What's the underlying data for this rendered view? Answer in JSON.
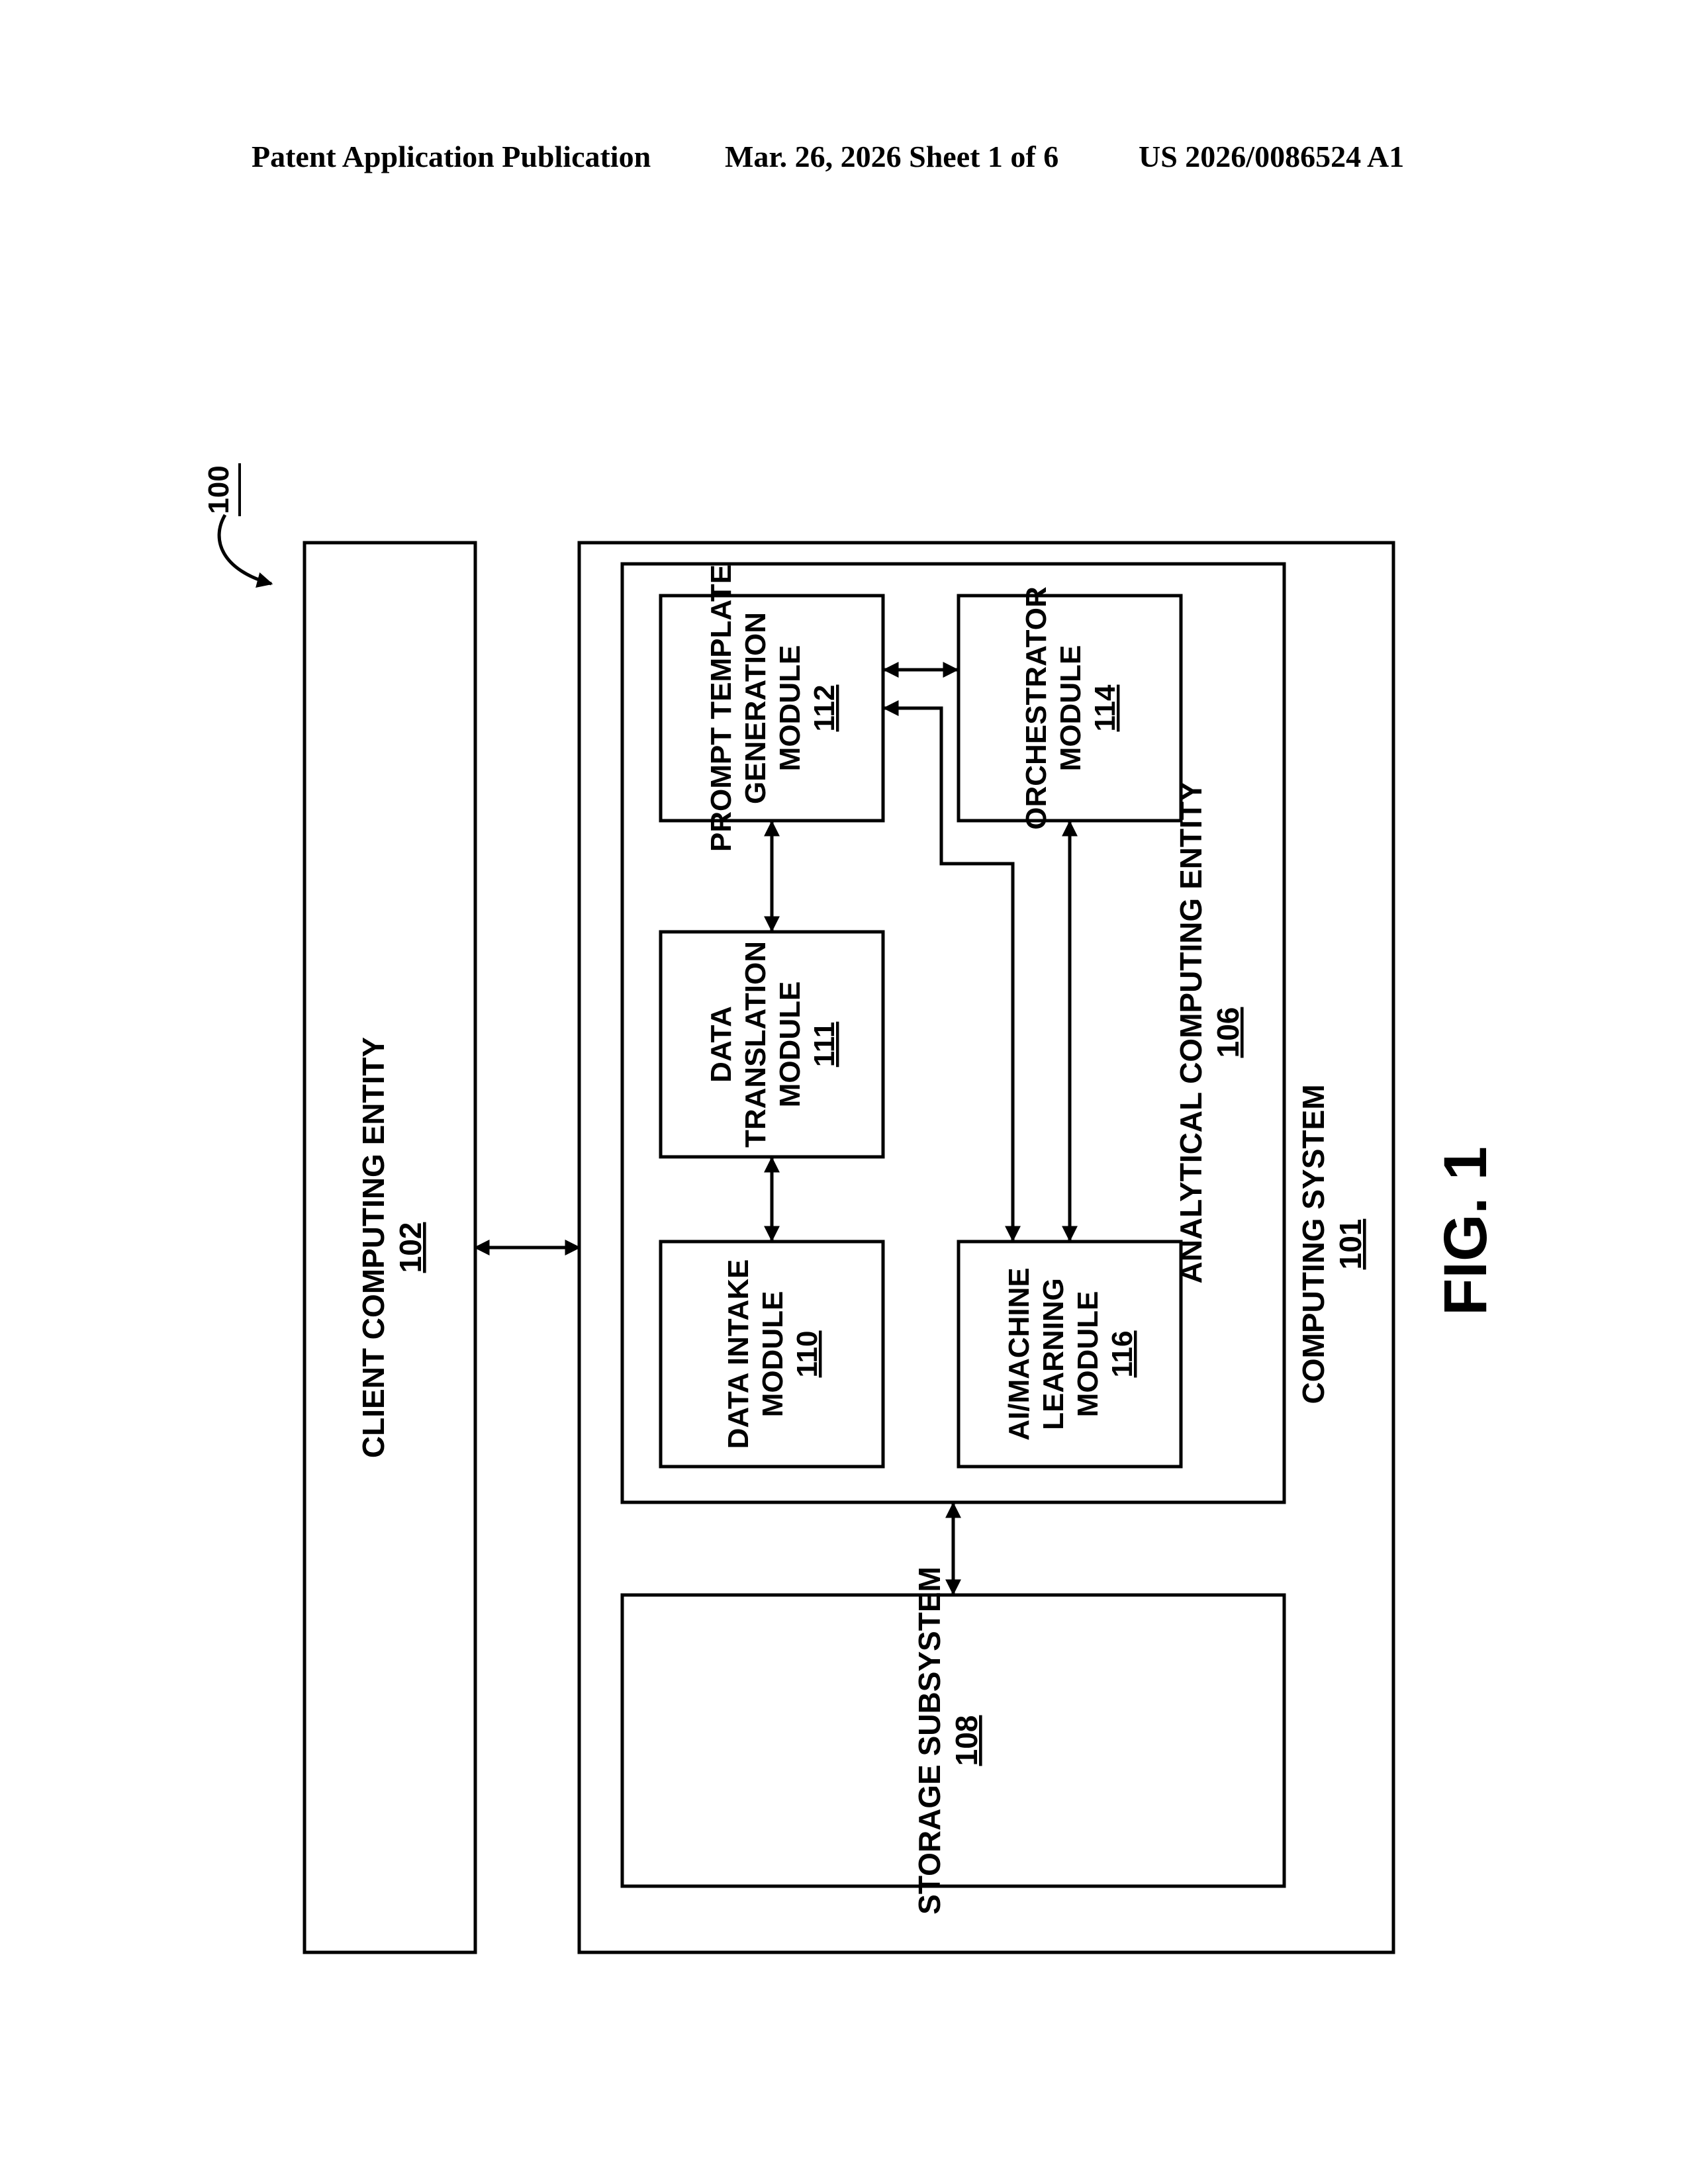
{
  "header": {
    "publication": "Patent Application Publication",
    "date_sheet": "Mar. 26, 2026  Sheet 1 of 6",
    "number": "US 2026/0086524 A1"
  },
  "diagram": {
    "ref_system": "100",
    "client": {
      "name": "CLIENT COMPUTING ENTITY",
      "ref": "102"
    },
    "computing_system": {
      "name": "COMPUTING SYSTEM",
      "ref": "101"
    },
    "analytical": {
      "name": "ANALYTICAL COMPUTING ENTITY",
      "ref": "106"
    },
    "storage": {
      "name": "STORAGE SUBSYSTEM",
      "ref": "108"
    },
    "modules": {
      "data_intake": {
        "line1": "DATA INTAKE",
        "line2": "MODULE",
        "ref": "110"
      },
      "data_translation": {
        "line1": "DATA",
        "line2": "TRANSLATION",
        "line3": "MODULE",
        "ref": "111"
      },
      "prompt_template": {
        "line1": "PROMPT TEMPLATE",
        "line2": "GENERATION",
        "line3": "MODULE",
        "ref": "112"
      },
      "orchestrator": {
        "line1": "ORCHESTRATOR",
        "line2": "MODULE",
        "ref": "114"
      },
      "ai_ml": {
        "line1": "AI/MACHINE",
        "line2": "LEARNING",
        "line3": "MODULE",
        "ref": "116"
      }
    },
    "figure_label": "FIG. 1"
  }
}
